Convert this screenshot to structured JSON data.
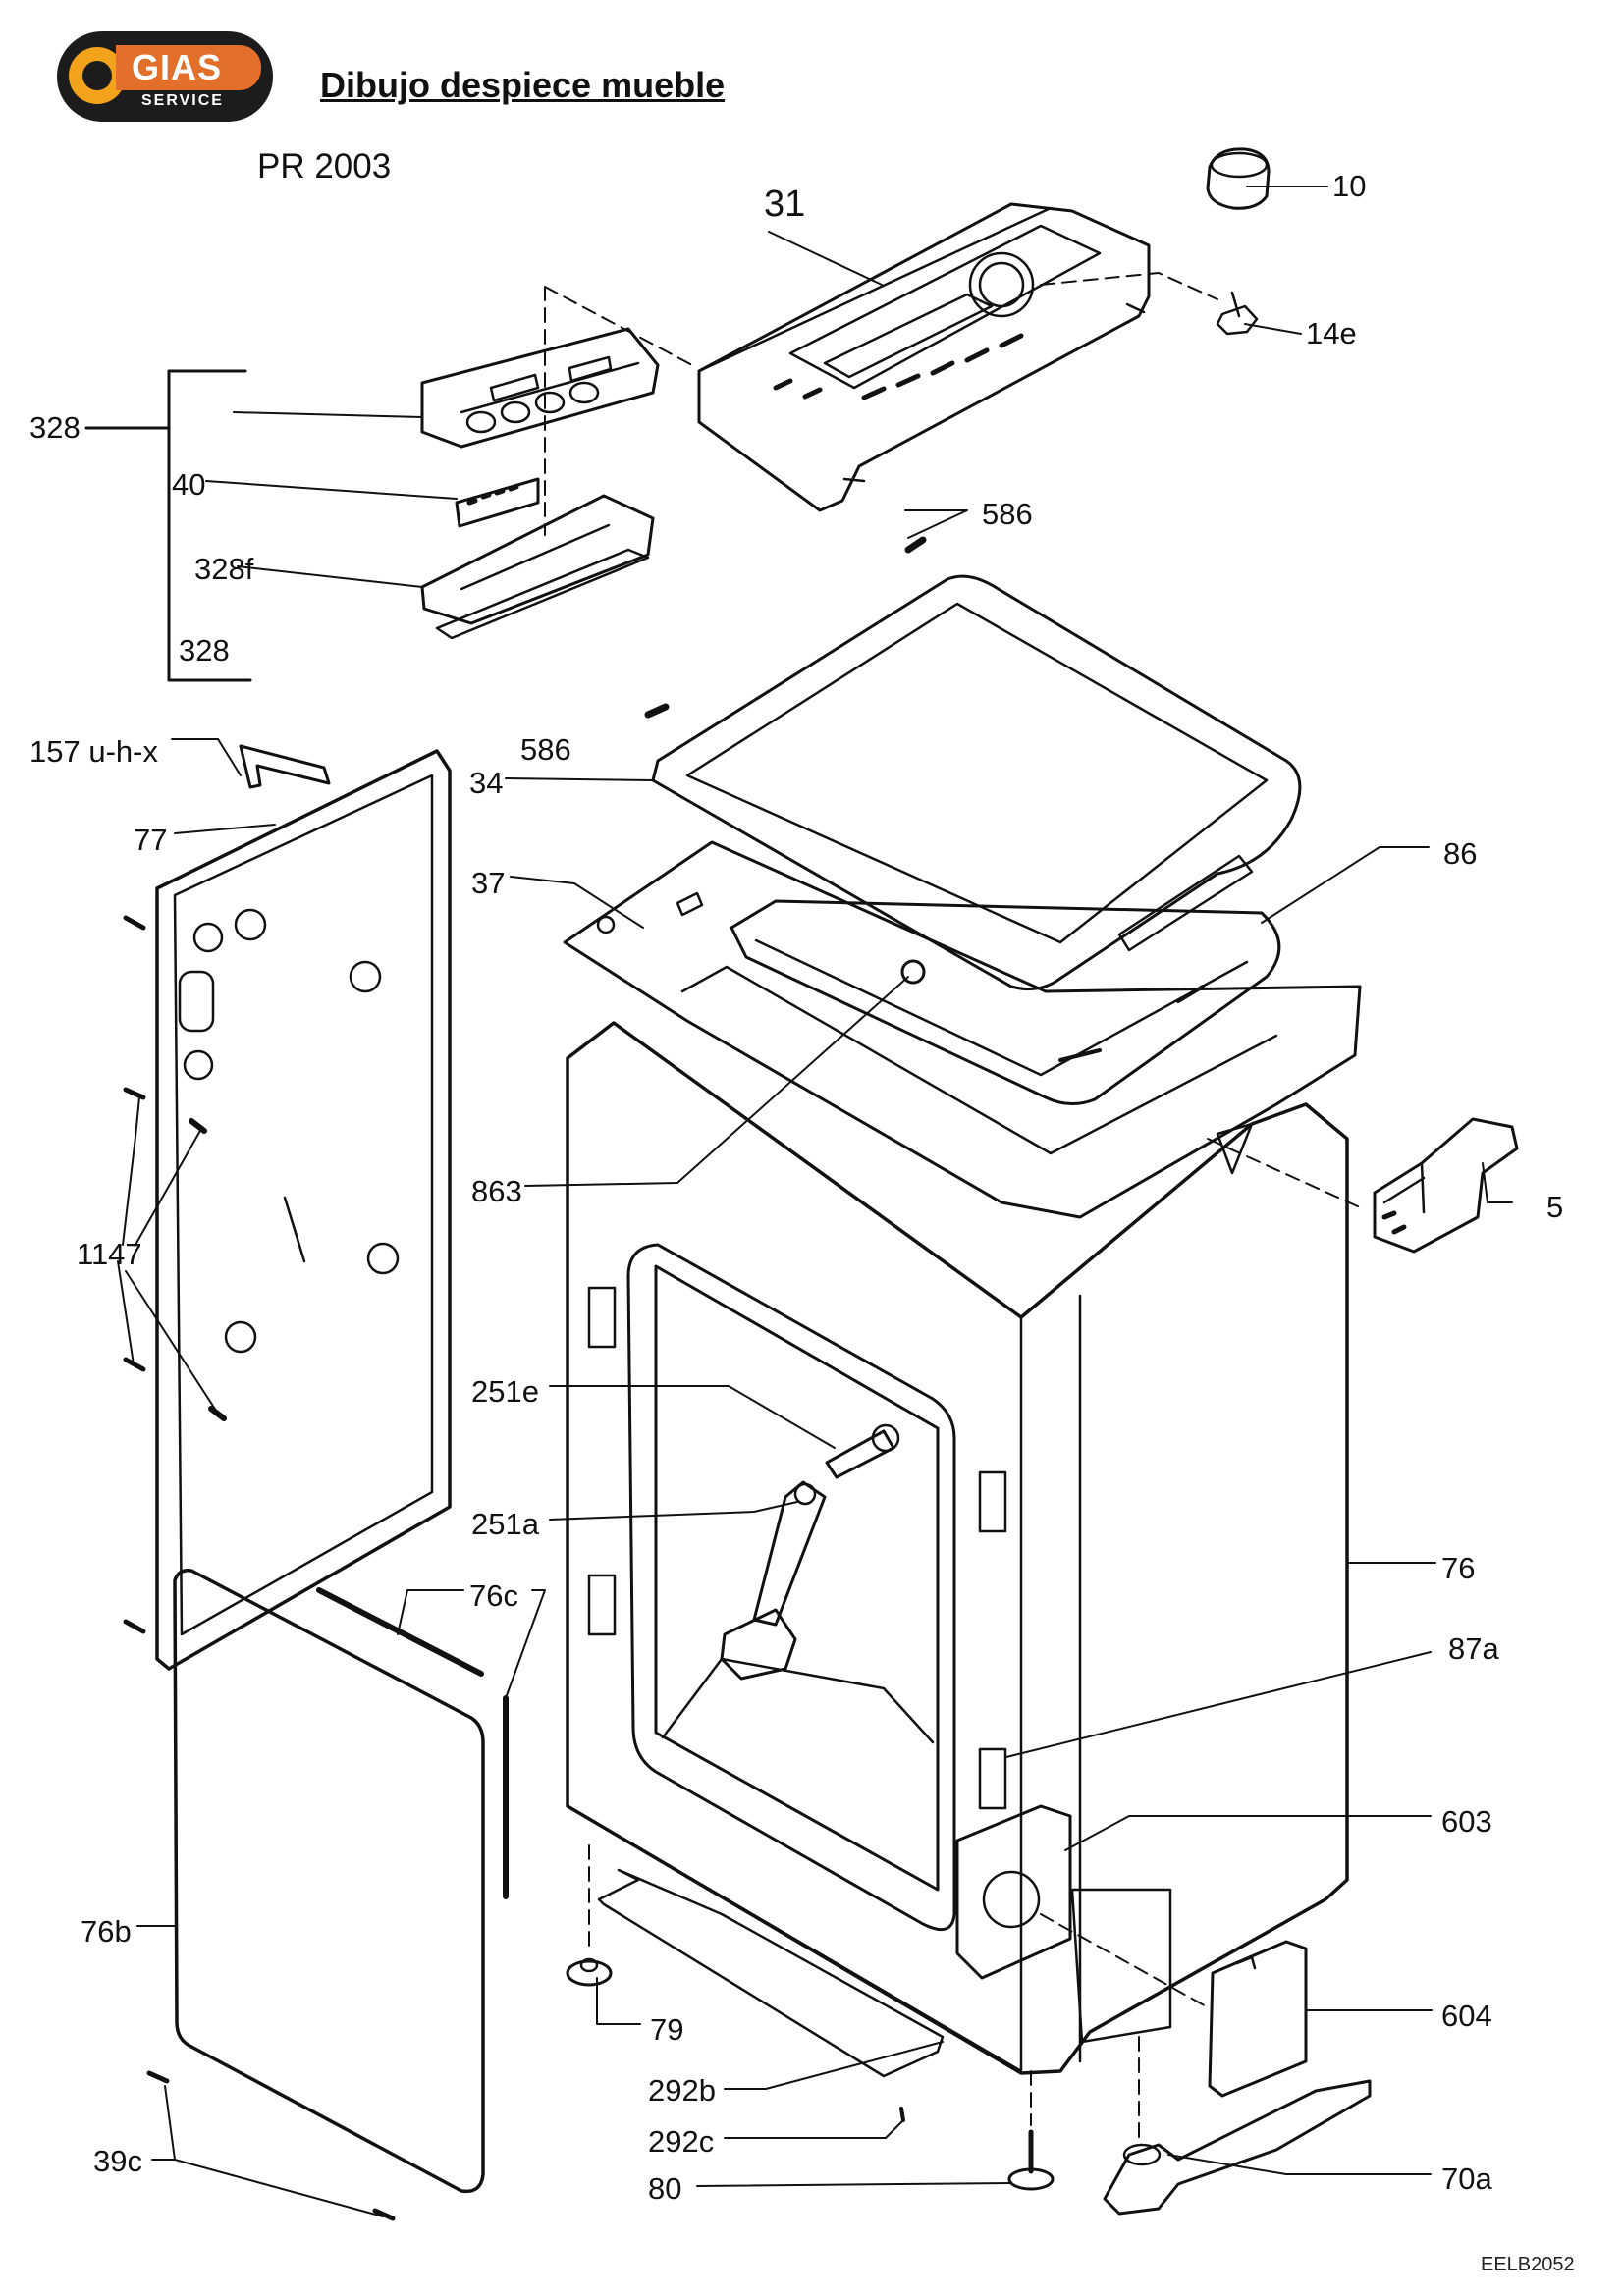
{
  "header": {
    "brand": "GIAS",
    "brand_sub": "SERVICE",
    "title": "Dibujo despiece mueble",
    "model": "PR 2003",
    "drawing_code": "EELB2052"
  },
  "colors": {
    "logo_dark": "#1c1c1c",
    "logo_orange": "#e2702a",
    "logo_yellow": "#f2a21b",
    "ink": "#111111"
  },
  "parts": {
    "p31": "31",
    "p10": "10",
    "p14e": "14e",
    "p328_top": "328",
    "p40": "40",
    "p328f": "328f",
    "p328_bottom": "328",
    "p586_a": "586",
    "p586_b": "586",
    "p157": "157 u-h-x",
    "p34": "34",
    "p77": "77",
    "p37": "37",
    "p86": "86",
    "p5": "5",
    "p863": "863",
    "p1147": "1147",
    "p251e": "251e",
    "p251a": "251a",
    "p76": "76",
    "p76c": "76c",
    "p87a": "87a",
    "p603": "603",
    "p76b": "76b",
    "p604": "604",
    "p79": "79",
    "p292b": "292b",
    "p292c": "292c",
    "p39c": "39c",
    "p80": "80",
    "p70a": "70a"
  }
}
